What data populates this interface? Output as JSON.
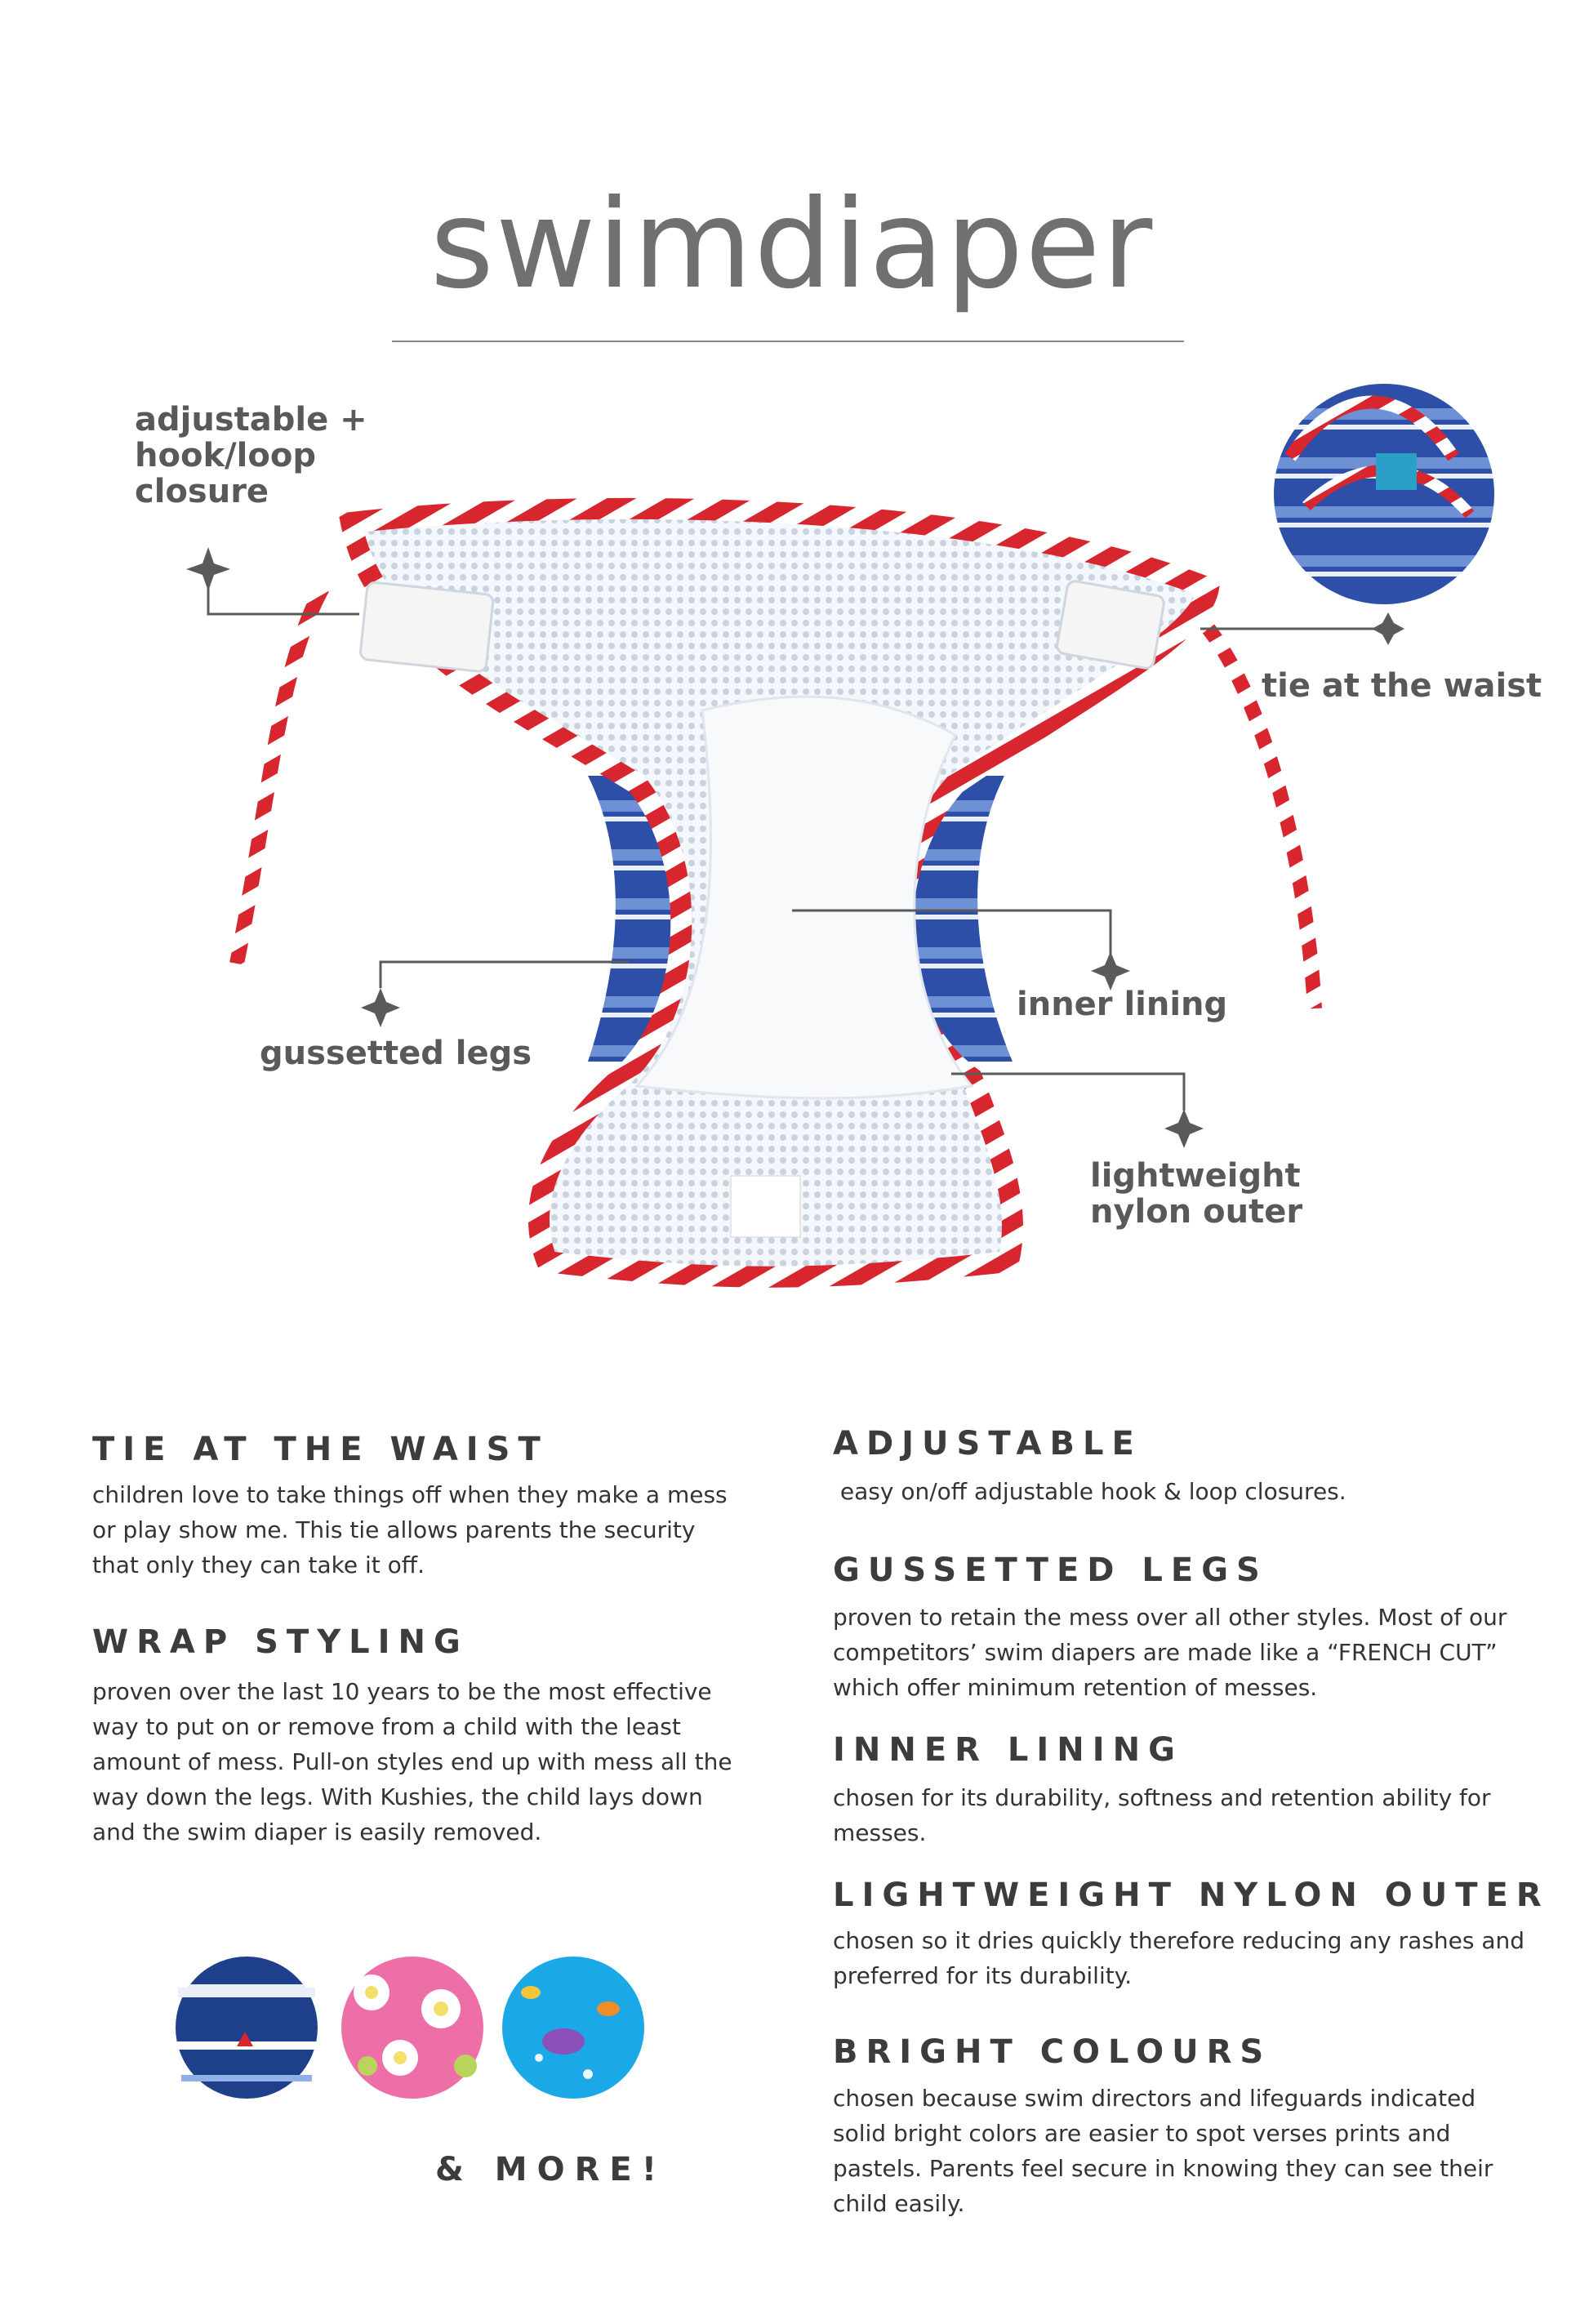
{
  "title": "swimdiaper",
  "callouts": {
    "closure": [
      "adjustable +",
      "hook/loop",
      "closure"
    ],
    "tie": "tie at the waist",
    "legs": "gussetted legs",
    "lining": "inner lining",
    "outer": [
      "lightweight",
      "nylon outer"
    ]
  },
  "sections": {
    "tie": {
      "heading": "TIE AT THE WAIST",
      "body": "children love to take things off when they make a mess or play show me. This tie allows parents the security that only they can take it off."
    },
    "wrap": {
      "heading": "WRAP STYLING",
      "body": "proven over the last 10 years to be the most effective way to put on or remove from a child with the least amount of mess. Pull-on styles end up with mess all the way down the legs. With Kushies, the child lays down and the swim diaper is easily removed."
    },
    "adjustable": {
      "heading": "ADJUSTABLE",
      "body": " easy on/off adjustable hook & loop closures."
    },
    "legs": {
      "heading": "GUSSETTED LEGS",
      "body": "proven to retain the mess over all other styles. Most of our competitors’ swim diapers are made like a “FRENCH CUT” which offer minimum retention of messes."
    },
    "lining": {
      "heading": "INNER LINING",
      "body": "chosen for its durability, softness and retention ability for messes."
    },
    "outer": {
      "heading": "LIGHTWEIGHT NYLON OUTER",
      "body": "chosen so it dries quickly therefore reducing any rashes and preferred for its durability."
    },
    "colours": {
      "heading": "BRIGHT COLOURS",
      "body": "chosen because swim directors and lifeguards indicated solid bright colors are easier to spot verses prints and pastels. Parents feel secure in knowing they can see their child easily."
    }
  },
  "more_label": "& MORE!",
  "colors": {
    "stripe_red": "#d8262f",
    "mesh": "#eef3f8",
    "navy": "#1e3f8a",
    "pink": "#ee6fa8",
    "cyan": "#1aa9e6"
  }
}
